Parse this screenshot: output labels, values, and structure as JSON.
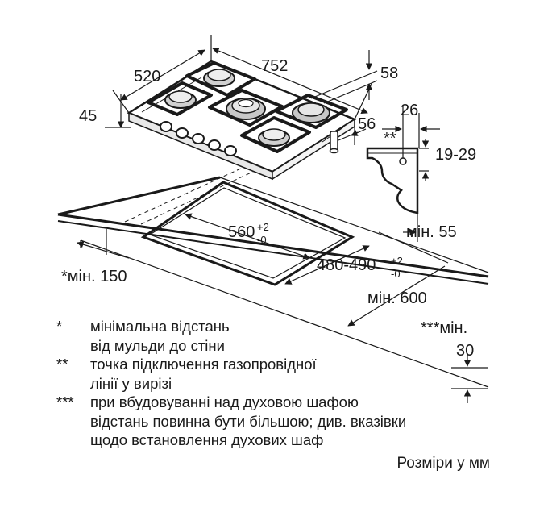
{
  "dims": {
    "width_752": "752",
    "depth_520": "520",
    "height_45": "45",
    "dim_58": "58",
    "dim_56": "56",
    "dim_26": "26",
    "gas_marker": "**",
    "dim_19_29": "19-29",
    "cutout_w": "560",
    "cutout_w_tol_plus": "+2",
    "cutout_w_tol_minus": "-0",
    "cutout_d": "480-490",
    "cutout_d_tol_plus": "+2",
    "cutout_d_tol_minus": "-0",
    "min_55": "мін. 55",
    "min_150": "*мін. 150",
    "min_600": "мін. 600",
    "min_30_a": "***мін.",
    "min_30_b": "30"
  },
  "legend": [
    {
      "mark": "*",
      "lines": [
        "мінімальна відстань",
        "від мульди до стіни"
      ]
    },
    {
      "mark": "**",
      "lines": [
        "точка підключення газопровідної",
        "лінії у вирізі"
      ]
    },
    {
      "mark": "***",
      "lines": [
        "при вбудовуванні над духовою шафою",
        "відстань повинна бути більшою; див. вказівки",
        "щодо встановлення духових шаф"
      ]
    }
  ],
  "units_note": "Розміри у мм",
  "colors": {
    "line": "#1a1a1a",
    "background": "#ffffff"
  }
}
